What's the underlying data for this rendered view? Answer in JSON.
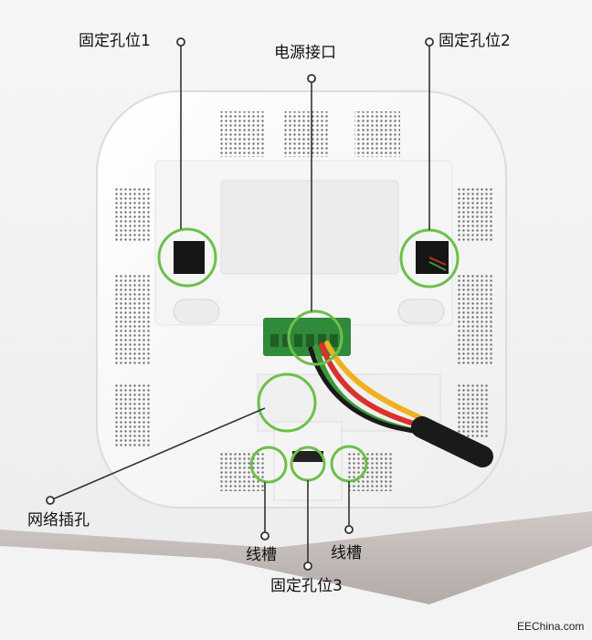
{
  "diagram": {
    "labels": {
      "mount_hole_1": "固定孔位1",
      "power_port": "电源接口",
      "mount_hole_2": "固定孔位2",
      "network_port": "网络插孔",
      "wire_slot_left": "线槽",
      "mount_hole_3": "固定孔位3",
      "wire_slot_right": "线槽"
    },
    "watermark": "EEChina.com",
    "colors": {
      "highlight_ring": "#6cc04a",
      "device_body": "#fbfbfb",
      "terminal_block": "#2f8a3a",
      "leader_line": "#333333",
      "cable_red": "#d8322b",
      "cable_yellow": "#f0b020",
      "cable_green": "#3a9a3a",
      "cable_black": "#1a1a1a"
    }
  }
}
